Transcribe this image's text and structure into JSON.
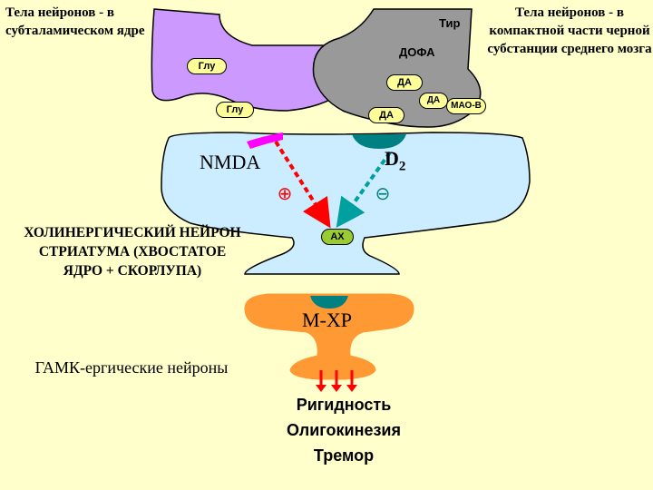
{
  "labels": {
    "subthalamic": "Тела нейронов - в субталамическом ядре",
    "nigra": "Тела нейронов - в компактной части черной субстанции среднего мозга",
    "tyr": "Тир",
    "dopa": "ДОФА",
    "glu_presyn": "Глу",
    "da_presyn": "ДА",
    "glu_cleft": "Глу",
    "da_cleft": "ДА",
    "da_mao": "ДА",
    "mao": "МАО-В",
    "nmda": "NMDA",
    "d2_main": "D",
    "d2_sub": "2",
    "plus": "⊕",
    "minus": "⊖",
    "cholinergic": "ХОЛИНЕРГИЧЕСКИЙ НЕЙРОН СТРИАТУМА (ХВОСТАТОЕ ЯДРО + СКОРЛУПА)",
    "ach": "АХ",
    "gaba": "ГАМК-ергические нейроны",
    "mxr": "М-ХР",
    "effect1": "Ригидность",
    "effect2": "Олигокинезия",
    "effect3": "Тремор"
  },
  "colors": {
    "background": "#ffffcc",
    "glutamate_neuron": "#cc99ff",
    "dopamine_neuron": "#999999",
    "cholinergic_neuron": "#ccecff",
    "gaba_neuron": "#ff9933",
    "pill_yellow": "#ffff99",
    "ach_green": "#99cc33",
    "nmda_receptor": "#ff00ff",
    "d2_receptor": "#008080",
    "glu_arrow": "#ff0000",
    "da_arrow": "#00a0a0"
  }
}
